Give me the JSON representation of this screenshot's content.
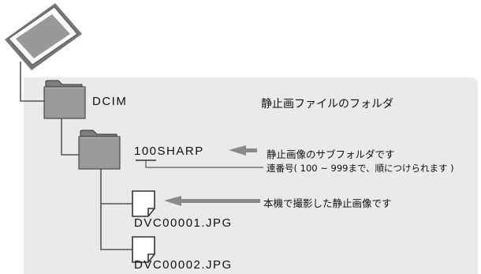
{
  "diagram": {
    "root_folder": {
      "name": "DCIM",
      "description": "静止画ファイルのフォルダ"
    },
    "sub_folder": {
      "name": "100SHARP",
      "name_prefix": "100",
      "description": "静止画像のサブフォルダです",
      "note": "連番号( 100 ~ 999まで、順につけられます )"
    },
    "files": [
      {
        "name": "DVC00001.JPG",
        "description": "本機で撮影した静止画像です"
      },
      {
        "name": "DVC00002.JPG"
      }
    ],
    "icons": {
      "card": "memory-card-icon",
      "folder": "folder-icon",
      "file": "file-icon",
      "arrow": "left-arrow-icon"
    },
    "colors": {
      "panel": "#eaeaea",
      "folder_fill": "#9a9a9a",
      "lines": "#555555",
      "arrow": "#8a8a8a"
    }
  }
}
